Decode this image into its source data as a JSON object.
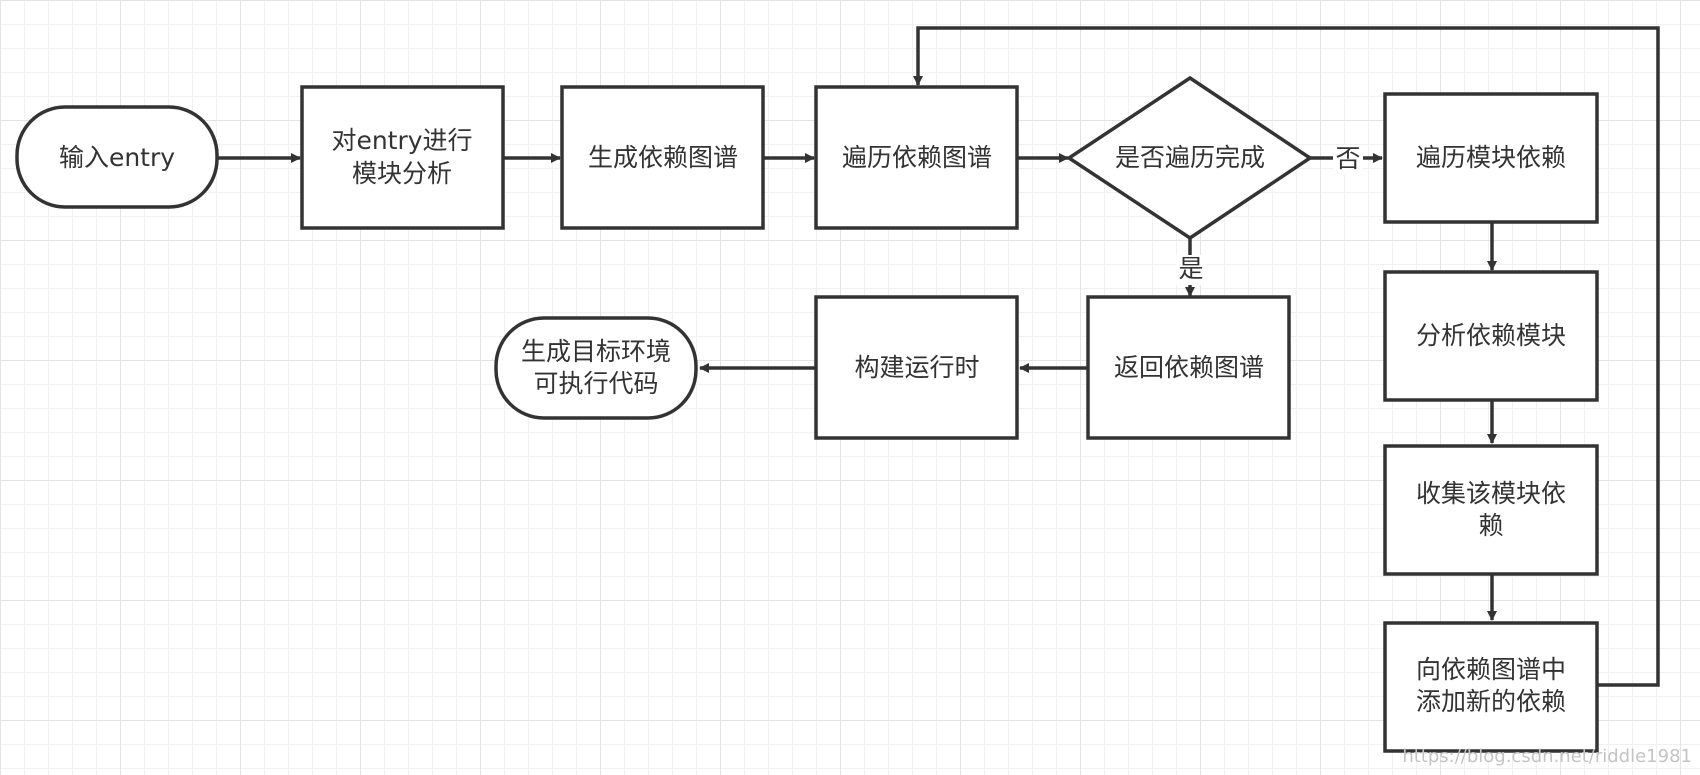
{
  "nodes": {
    "input_entry": "输入entry",
    "analyze_entry": [
      "对entry进行",
      "模块分析"
    ],
    "gen_graph": "生成依赖图谱",
    "traverse_graph": "遍历依赖图谱",
    "traverse_done": "是否遍历完成",
    "traverse_module_deps": "遍历模块依赖",
    "analyze_dep_module": "分析依赖模块",
    "collect_module_deps": [
      "收集该模块依",
      "赖"
    ],
    "add_new_deps": [
      "向依赖图谱中",
      "添加新的依赖"
    ],
    "return_graph": "返回依赖图谱",
    "build_runtime": "构建运行时",
    "gen_target_code": [
      "生成目标环境",
      "可执行代码"
    ]
  },
  "edge_labels": {
    "no": "否",
    "yes": "是"
  },
  "watermark": "https://blog.csdn.net/riddle1981",
  "colors": {
    "stroke": "#333333",
    "fill": "#ffffff",
    "grid_major": "#e3e3e3",
    "grid_minor": "#f1f1f1",
    "watermark": "#c4c4c4"
  }
}
